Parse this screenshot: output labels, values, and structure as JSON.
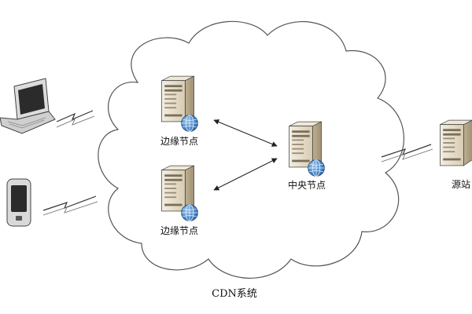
{
  "diagram": {
    "caption": "CDN系统",
    "nodes": {
      "edge_node_top": {
        "label": "边缘节点"
      },
      "edge_node_bottom": {
        "label": "边缘节点"
      },
      "central_node": {
        "label": "中央节点"
      },
      "origin_site": {
        "label": "源站"
      }
    },
    "clients": [
      "laptop",
      "mobile-phone"
    ],
    "colors": {
      "outline": "#333333",
      "server_body": "#e4dccb",
      "server_shadow": "#b9ab8e",
      "globe": "#2f6fb6",
      "screen": "#2b2b2b"
    }
  }
}
